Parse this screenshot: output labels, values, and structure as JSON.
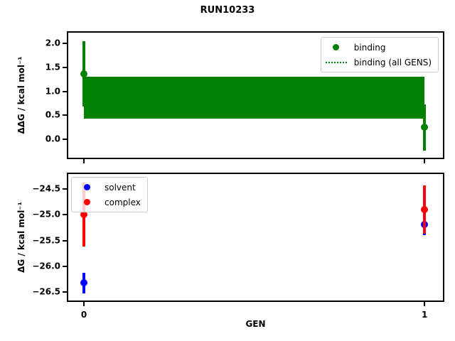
{
  "title": "RUN10233",
  "xlabel": "GEN",
  "colors": {
    "binding": "#008000",
    "solvent": "#0000ff",
    "complex": "#ff0000",
    "axis": "#000000"
  },
  "chart_data": [
    {
      "type": "scatter",
      "subtype": "errorbar",
      "ylabel": "ΔΔG / kcal mol⁻¹",
      "xlim": [
        -0.046,
        1.054
      ],
      "ylim": [
        -0.38,
        2.22
      ],
      "yticks": [
        2.0,
        1.5,
        1.0,
        0.5,
        0.0
      ],
      "ytick_labels": [
        "2.0",
        "1.5",
        "1.0",
        "0.5",
        "0.0"
      ],
      "xticks": [
        0,
        1
      ],
      "xtick_labels": null,
      "grid": false,
      "series": [
        {
          "name": "binding",
          "color": "#008000",
          "x": [
            0,
            1
          ],
          "y": [
            1.37,
            0.25
          ],
          "yerr": [
            0.68,
            0.48
          ]
        }
      ],
      "band": {
        "label": "binding (all GENS)",
        "color": "#008000",
        "x_start": 0,
        "x_end": 1,
        "y_low": 0.43,
        "y_high": 1.3
      },
      "legend": {
        "position": "top-right",
        "entries": [
          {
            "label": "binding",
            "marker": "dot",
            "color": "#008000"
          },
          {
            "label": "binding (all GENS)",
            "marker": "dotted-line",
            "color": "#008000"
          }
        ]
      }
    },
    {
      "type": "scatter",
      "subtype": "errorbar",
      "ylabel": "ΔG / kcal mol⁻¹",
      "xlim": [
        -0.046,
        1.054
      ],
      "ylim": [
        -26.66,
        -24.21
      ],
      "yticks": [
        -24.5,
        -25.0,
        -25.5,
        -26.0,
        -26.5
      ],
      "ytick_labels": [
        "−24.5",
        "−25.0",
        "−25.5",
        "−26.0",
        "−26.5"
      ],
      "xticks": [
        0,
        1
      ],
      "xtick_labels": [
        "0",
        "1"
      ],
      "grid": false,
      "series": [
        {
          "name": "solvent",
          "color": "#0000ff",
          "x": [
            0,
            1
          ],
          "y": [
            -26.32,
            -25.19
          ],
          "yerr": [
            0.2,
            0.21
          ]
        },
        {
          "name": "complex",
          "color": "#ff0000",
          "x": [
            0,
            1
          ],
          "y": [
            -25.0,
            -24.9
          ],
          "yerr": [
            0.62,
            0.47
          ]
        }
      ],
      "legend": {
        "position": "top-left",
        "entries": [
          {
            "label": "solvent",
            "marker": "dot",
            "color": "#0000ff"
          },
          {
            "label": "complex",
            "marker": "dot",
            "color": "#ff0000"
          }
        ]
      }
    }
  ]
}
